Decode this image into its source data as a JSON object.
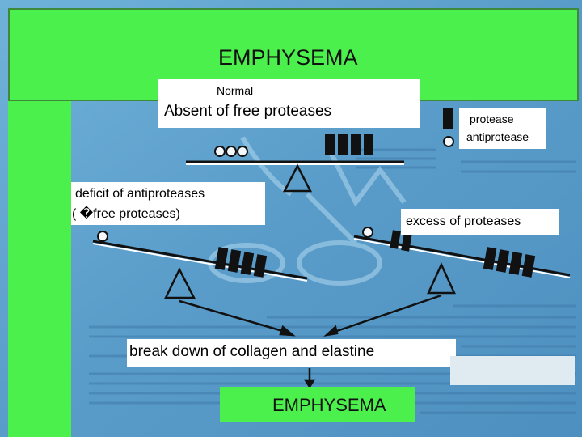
{
  "title": "EMPHYSEMA",
  "normal": {
    "label_small": "Normal",
    "label_big": "Absent  of  free  proteases"
  },
  "legend": {
    "protease": "protease",
    "antiprotease": "antiprotease"
  },
  "deficit": {
    "line1": "deficit  of  antiproteases",
    "line2": "( �free  proteases)"
  },
  "excess": "excess  of  proteases",
  "breakdown": "break  down  of  collagen  and  elastine",
  "result": "EMPHYSEMA",
  "colors": {
    "green": "#4cf04c",
    "photo_blue": "#5b9cc8",
    "label_bg": "#ffffff"
  }
}
